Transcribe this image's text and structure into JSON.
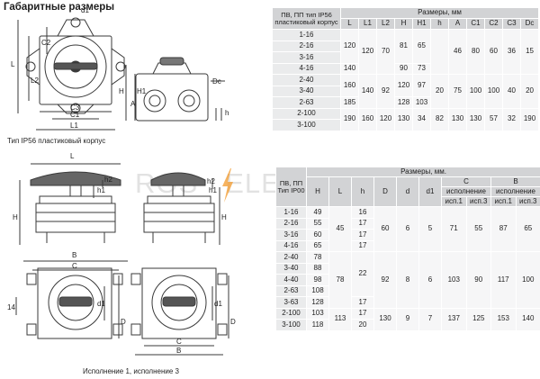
{
  "title": "Габаритные размеры",
  "captions": {
    "top": "Тип IP56 пластиковый корпус",
    "bottom": "Исполнение 1, исполнение 3"
  },
  "watermark": {
    "left": "ROS",
    "right": "ELECTRIC"
  },
  "drawing_labels": {
    "d1": "d1",
    "L": "L",
    "C2": "C2",
    "L2": "L2",
    "C3": "C3",
    "C1": "C1",
    "L1": "L1",
    "A": "A",
    "H": "H",
    "H1": "H1",
    "Dc": "Dc",
    "h": "h",
    "h2": "h2",
    "h1": "h1",
    "d": "d",
    "B": "B",
    "C": "C",
    "D": "D",
    "dim14": "14"
  },
  "table1": {
    "corner": "ПВ, ПП тип IP56 пластиковый корпус",
    "group": "Размеры, мм",
    "cols": [
      "L",
      "L1",
      "L2",
      "H",
      "H1",
      "h",
      "A",
      "C1",
      "C2",
      "C3",
      "Dc"
    ],
    "rows": [
      "1-16",
      "2-16",
      "3-16",
      "4-16",
      "2-40",
      "3-40",
      "2-63",
      "2-100",
      "3-100"
    ],
    "L": [
      "120",
      "140",
      "160",
      "185",
      "190"
    ],
    "L1": [
      "120",
      "140",
      "160"
    ],
    "L2": [
      "70",
      "92",
      "120"
    ],
    "H": [
      "81",
      "90",
      "120",
      "128",
      "130"
    ],
    "H1": [
      "65",
      "73",
      "97",
      "103",
      "34"
    ],
    "h": [
      "20",
      "82"
    ],
    "A": [
      "46",
      "75",
      "130"
    ],
    "C1": [
      "80",
      "100",
      "130"
    ],
    "C2": [
      "60",
      "100",
      "57"
    ],
    "C3": [
      "36",
      "40",
      "32"
    ],
    "Dc": [
      "15",
      "20",
      "190"
    ]
  },
  "table2": {
    "corner": "ПВ, ПП Тип IP00",
    "group": "Размеры, мм.",
    "cols": [
      "H",
      "L",
      "h",
      "D",
      "d",
      "d1"
    ],
    "C": "C",
    "B": "B",
    "isp": "исполнение",
    "sub": [
      "исп.1",
      "исп.3",
      "исп.1",
      "исп.3"
    ],
    "rows": [
      "1-16",
      "2-16",
      "3-16",
      "4-16",
      "2-40",
      "3-40",
      "4-40",
      "2-63",
      "3-63",
      "2-100",
      "3-100"
    ],
    "H": [
      "49",
      "55",
      "60",
      "65",
      "78",
      "88",
      "98",
      "108",
      "128",
      "103",
      "118"
    ],
    "L": [
      "45",
      "78",
      "113"
    ],
    "h": [
      "16",
      "17",
      "17",
      "17",
      "22",
      "17",
      "20"
    ],
    "D": [
      "60",
      "92",
      "130"
    ],
    "d": [
      "6",
      "8",
      "9"
    ],
    "d1": [
      "5",
      "6",
      "7"
    ],
    "C1": [
      "71",
      "103",
      "137"
    ],
    "C3": [
      "55",
      "90",
      "125"
    ],
    "B1": [
      "87",
      "117",
      "153"
    ],
    "B3": [
      "65",
      "100",
      "140"
    ]
  }
}
